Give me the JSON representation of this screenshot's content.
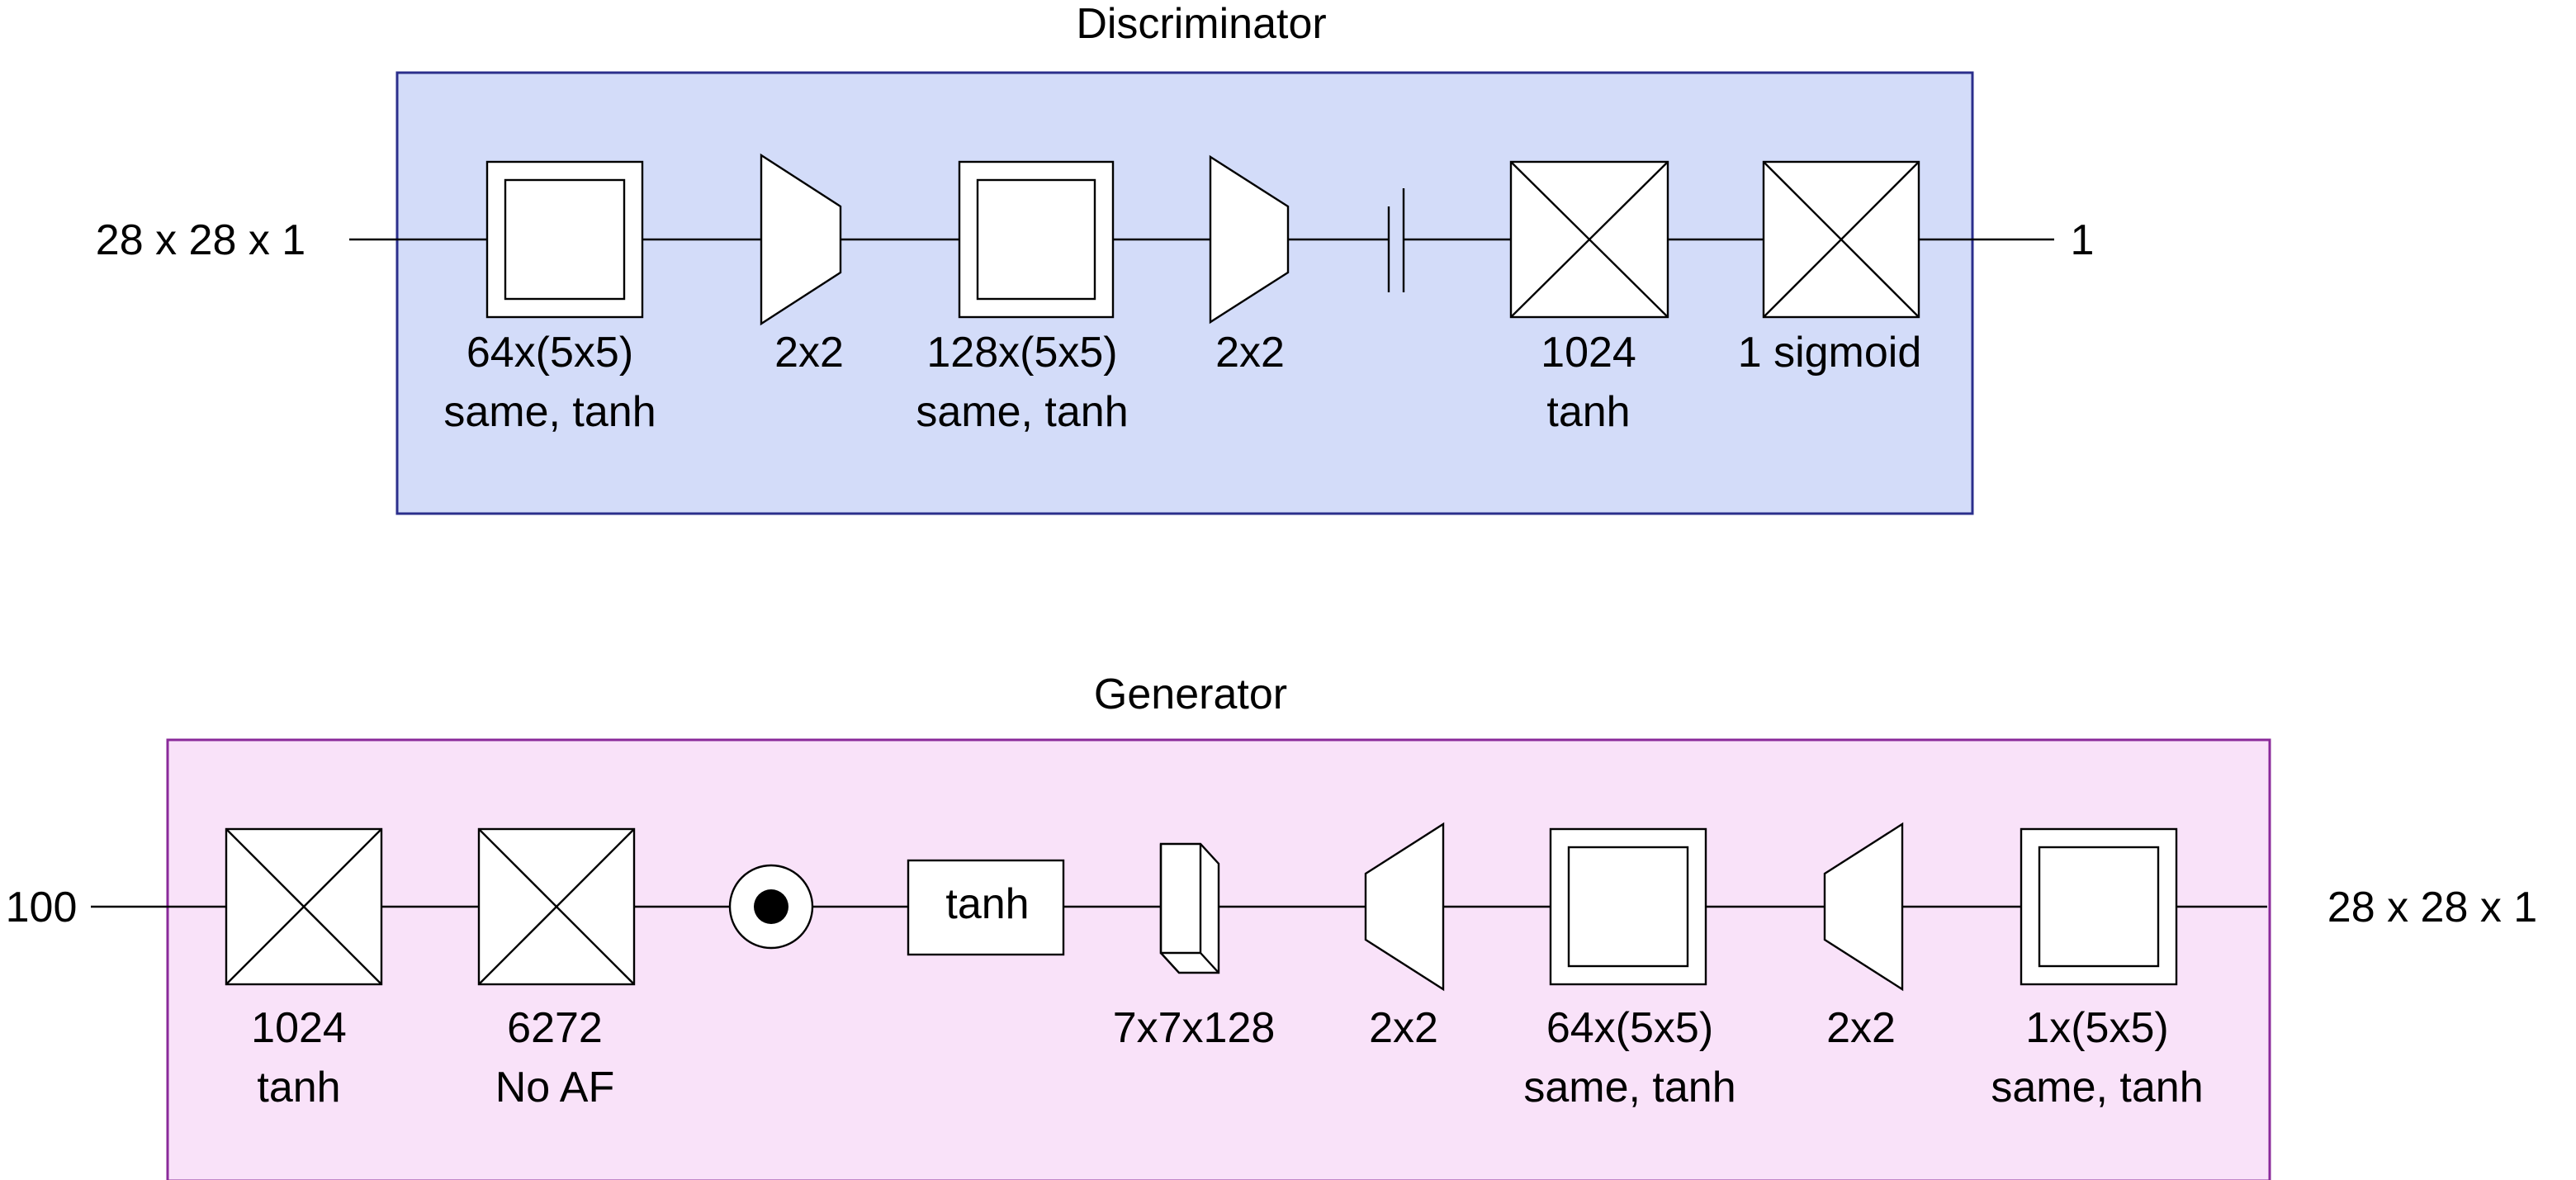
{
  "colors": {
    "discriminator_fill": "#d3dcf9",
    "discriminator_border": "#2b2f8c",
    "generator_fill": "#f9e2f9",
    "generator_border": "#8a2a9a",
    "line": "#000000",
    "block_fill": "#ffffff"
  },
  "discriminator": {
    "title": "Discriminator",
    "input": "28 x 28 x 1",
    "output": "1",
    "layers": [
      {
        "icon": "conv-icon",
        "line1": "64x(5x5)",
        "line2": "same, tanh"
      },
      {
        "icon": "pool-icon",
        "line1": "2x2",
        "line2": ""
      },
      {
        "icon": "conv-icon",
        "line1": "128x(5x5)",
        "line2": "same, tanh"
      },
      {
        "icon": "pool-icon",
        "line1": "2x2",
        "line2": ""
      },
      {
        "icon": "flatten-icon",
        "line1": "",
        "line2": ""
      },
      {
        "icon": "dense-icon",
        "line1": "1024",
        "line2": "tanh"
      },
      {
        "icon": "dense-icon",
        "line1": "1 sigmoid",
        "line2": ""
      }
    ]
  },
  "generator": {
    "title": "Generator",
    "input": "100",
    "output": "28 x 28 x 1",
    "layers": [
      {
        "icon": "dense-icon",
        "line1": "1024",
        "line2": "tanh"
      },
      {
        "icon": "dense-icon",
        "line1": "6272",
        "line2": "No AF"
      },
      {
        "icon": "batchnorm-icon",
        "line1": "",
        "line2": ""
      },
      {
        "icon": "activation-icon",
        "box_label": "tanh",
        "line1": "",
        "line2": ""
      },
      {
        "icon": "reshape-icon",
        "line1": "7x7x128",
        "line2": ""
      },
      {
        "icon": "upsample-icon",
        "line1": "2x2",
        "line2": ""
      },
      {
        "icon": "conv-icon",
        "line1": "64x(5x5)",
        "line2": "same, tanh"
      },
      {
        "icon": "upsample-icon",
        "line1": "2x2",
        "line2": ""
      },
      {
        "icon": "conv-icon",
        "line1": "1x(5x5)",
        "line2": "same, tanh"
      }
    ]
  }
}
